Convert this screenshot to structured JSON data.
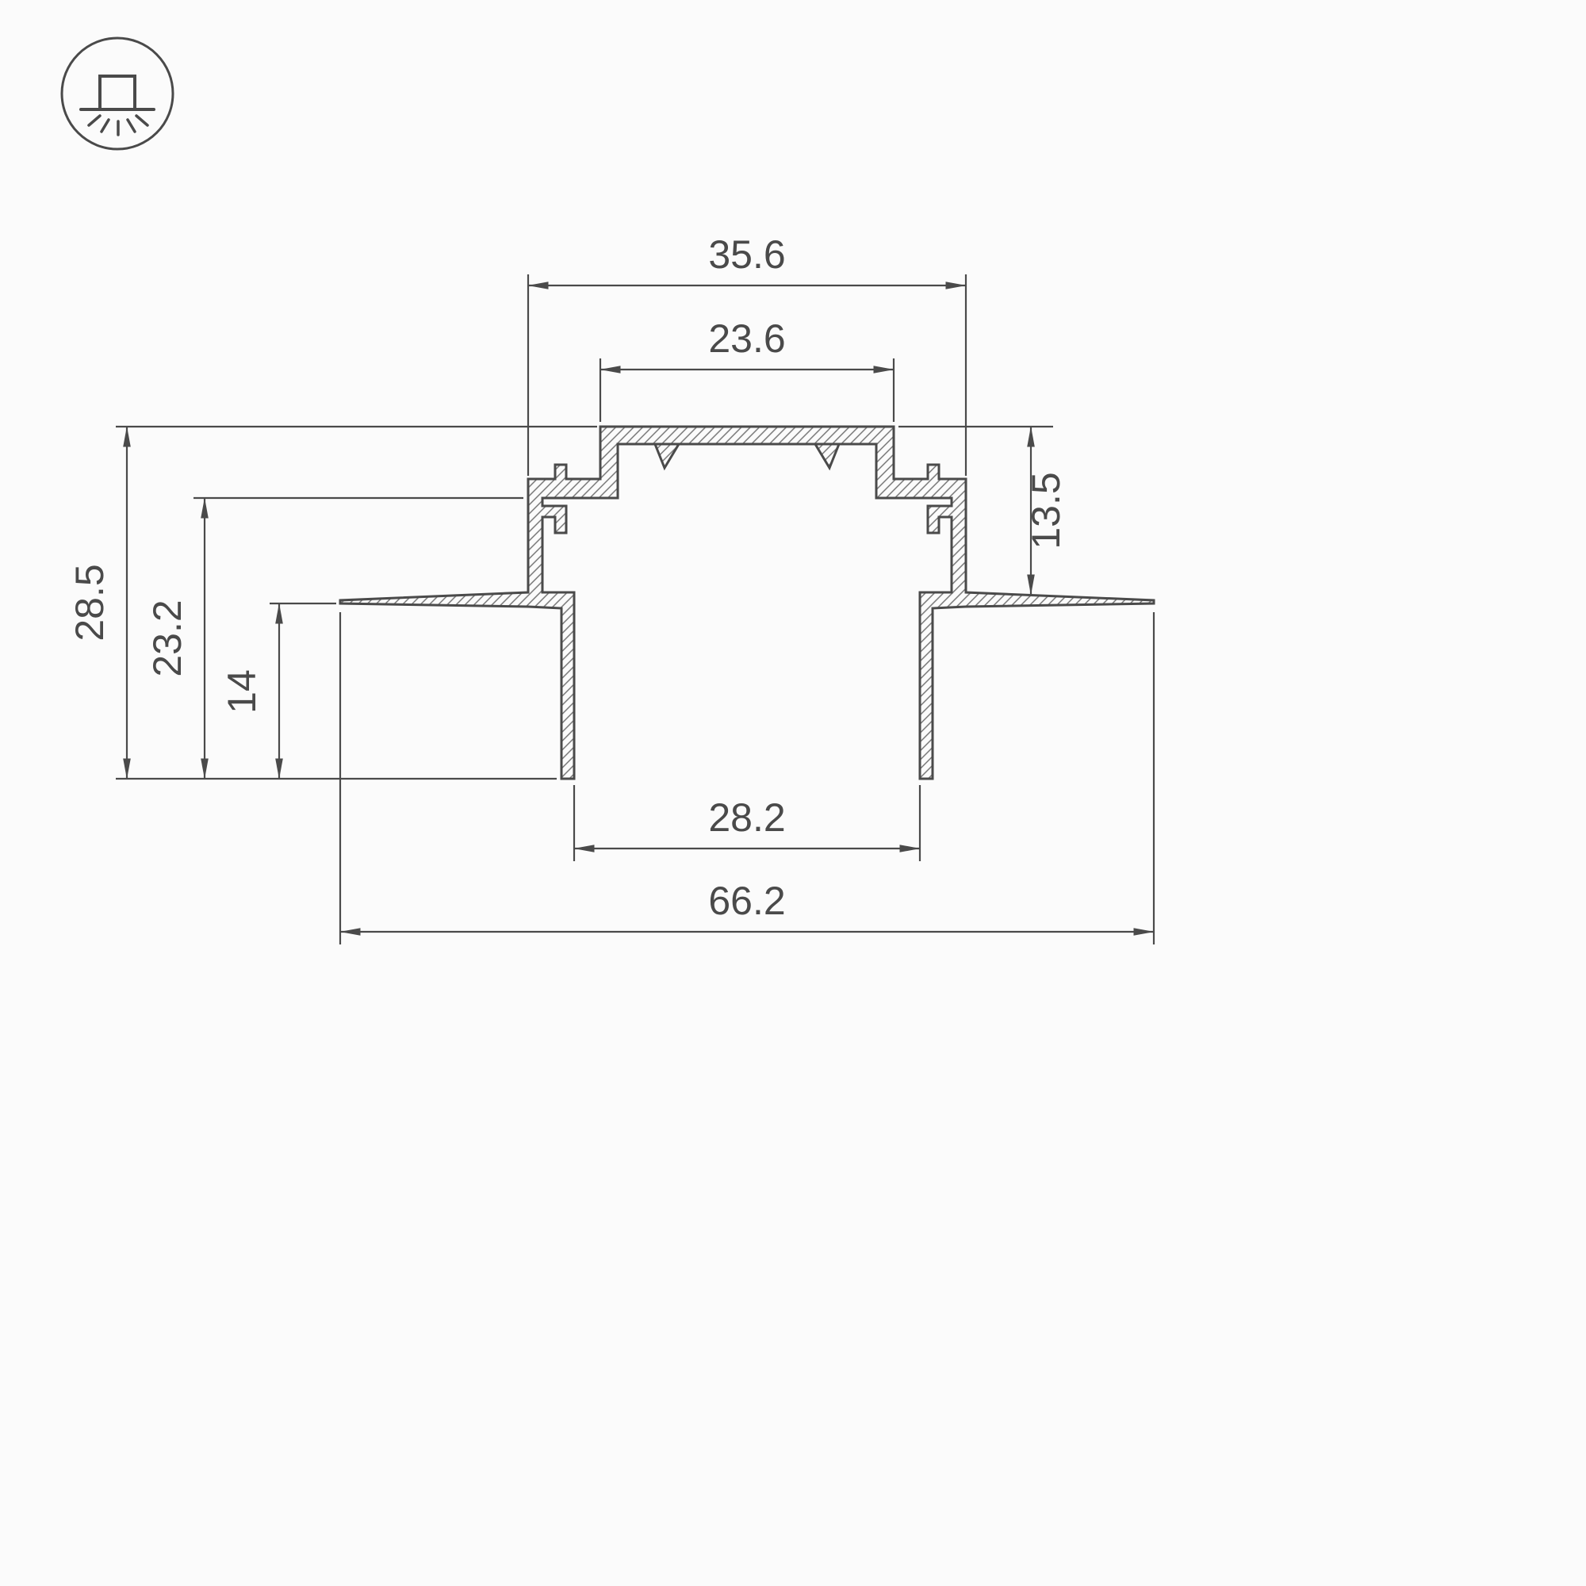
{
  "theme": {
    "background": "#fbfbfb",
    "line-color": "#4a4a4a",
    "hatch-color": "#6e6e6e"
  },
  "icons": {
    "corner_badge": "recessed-ceiling-light-icon"
  },
  "drawing": {
    "type": "profile-cross-section-technical-drawing",
    "subject": "recessed aluminum mounting profile",
    "units_shown": "mm (implied, unlabeled)",
    "dimensions": {
      "top_width": "35.6",
      "opening_width": "23.6",
      "recess_depth": "13.5",
      "total_height": "28.5",
      "housing_height": "23.2",
      "leg_height": "14",
      "cutout_width": "28.2",
      "overall_width": "66.2"
    }
  }
}
